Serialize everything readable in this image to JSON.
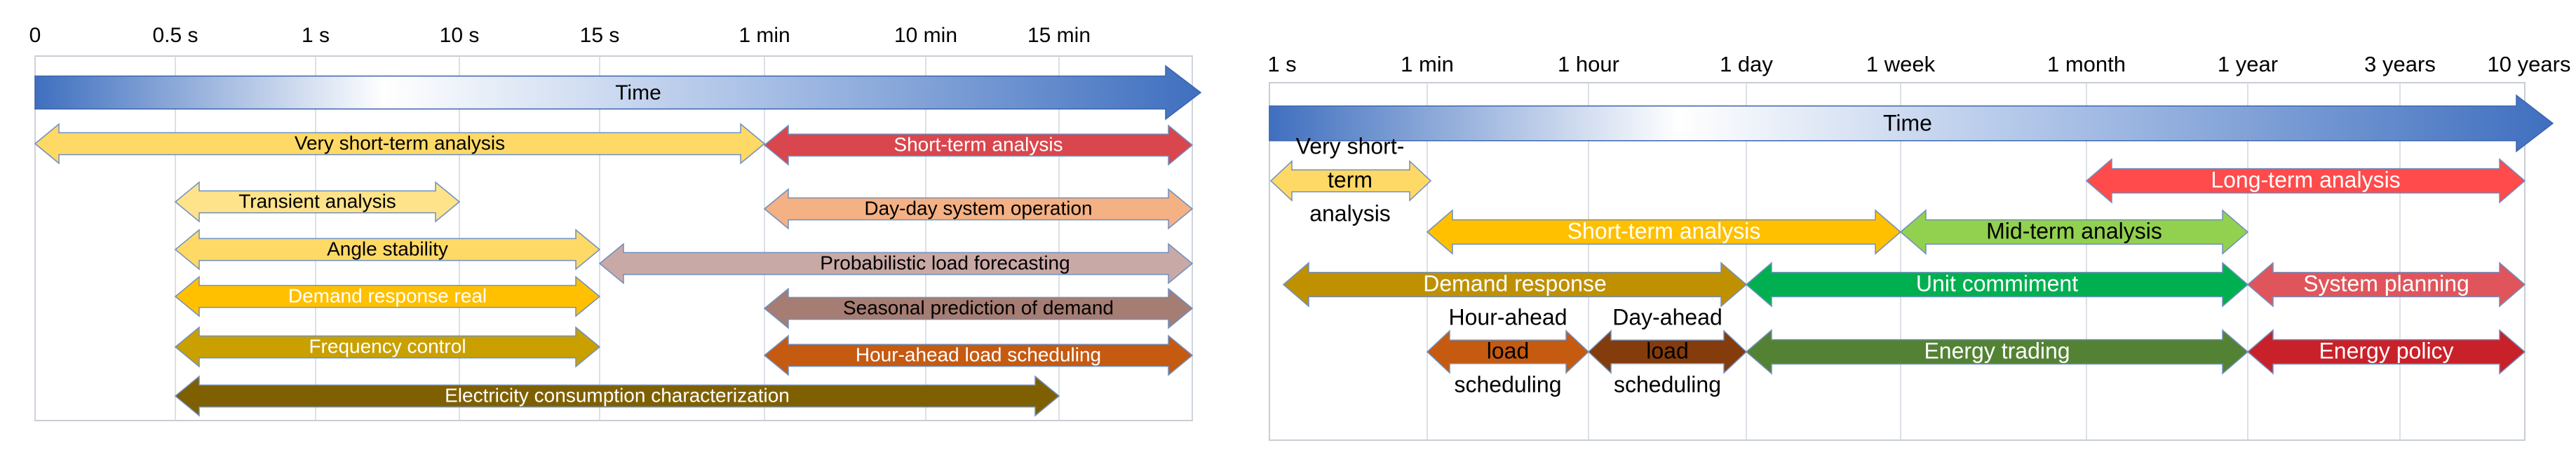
{
  "colors": {
    "grid": "#d0d6df",
    "frame": "#c8cdd4",
    "time_blue": "#3f6fbf",
    "time_light": "#ffffff",
    "arrow_outline": "#6f8fbf"
  },
  "left_panel": {
    "ticks": [
      "0",
      "0.5 s",
      "1 s",
      "10 s",
      "15 s",
      "1 min",
      "10 min",
      "15 min"
    ],
    "time_label": "Time",
    "arrows": [
      {
        "label": "Very short-term analysis",
        "from": "0",
        "to": "1 min",
        "color": "#ffd966",
        "text_color": "#000000"
      },
      {
        "label": "Short-term analysis",
        "from": "1 min",
        "to": "end",
        "color": "#d9464d",
        "text_color": "#ffffff"
      },
      {
        "label": "Transient analysis",
        "from": "0.5 s",
        "to": "10 s",
        "color": "#ffe38a",
        "text_color": "#000000"
      },
      {
        "label": "Day-day system operation",
        "from": "1 min",
        "to": "end",
        "color": "#f4b183",
        "text_color": "#000000"
      },
      {
        "label": "Angle stability",
        "from": "0.5 s",
        "to": "15 s",
        "color": "#ffd966",
        "text_color": "#000000"
      },
      {
        "label": "Probabilistic load forecasting",
        "from": "15 s",
        "to": "end",
        "color": "#c9a9a6",
        "text_color": "#000000"
      },
      {
        "label": "Demand response real",
        "from": "0.5 s",
        "to": "15 s",
        "color": "#ffc000",
        "text_color": "#ffffff"
      },
      {
        "label": "Seasonal prediction of demand",
        "from": "1 min",
        "to": "end",
        "color": "#a67d73",
        "text_color": "#000000"
      },
      {
        "label": "Frequency control",
        "from": "0.5 s",
        "to": "15 s",
        "color": "#c9a000",
        "text_color": "#ffffff"
      },
      {
        "label": "Hour-ahead load scheduling",
        "from": "1 min",
        "to": "end",
        "color": "#c55a11",
        "text_color": "#ffffff"
      },
      {
        "label": "Electricity consumption characterization",
        "from": "0.5 s",
        "to": "15 min",
        "color": "#7f6000",
        "text_color": "#ffffff"
      }
    ]
  },
  "right_panel": {
    "ticks": [
      "1 s",
      "1 min",
      "1 hour",
      "1 day",
      "1 week",
      "1 month",
      "1 year",
      "3 years",
      "10 years"
    ],
    "time_label": "Time",
    "arrows": [
      {
        "label_lines": [
          "Very short-",
          "term",
          "analysis"
        ],
        "from": "1 s",
        "to": "1 min",
        "color": "#ffd966",
        "text_color": "#000000"
      },
      {
        "label_lines": [
          "Long-term analysis"
        ],
        "from": "1 month",
        "to": "10 years",
        "color": "#ff4b4b",
        "text_color": "#ffffff"
      },
      {
        "label_lines": [
          "Short-term analysis"
        ],
        "from": "1 min",
        "to": "1 week",
        "color": "#ffc000",
        "text_color": "#ffffff"
      },
      {
        "label_lines": [
          "Mid-term analysis"
        ],
        "from": "1 week",
        "to": "1 year",
        "color": "#92d050",
        "text_color": "#000000"
      },
      {
        "label_lines": [
          "Demand response"
        ],
        "from": "1 s",
        "to": "1 day",
        "color": "#bf9000",
        "text_color": "#ffffff"
      },
      {
        "label_lines": [
          "Unit commiment"
        ],
        "from": "1 day",
        "to": "1 year",
        "color": "#00b050",
        "text_color": "#ffffff"
      },
      {
        "label_lines": [
          "System planning"
        ],
        "from": "1 year",
        "to": "10 years",
        "color": "#e0555b",
        "text_color": "#ffffff"
      },
      {
        "label_lines": [
          "Hour-ahead",
          "load",
          "scheduling"
        ],
        "from": "1 min",
        "to": "1 hour",
        "color": "#c55a11",
        "text_color": "#000000"
      },
      {
        "label_lines": [
          "Day-ahead",
          "load",
          "scheduling"
        ],
        "from": "1 hour",
        "to": "1 day",
        "color": "#843c0c",
        "text_color": "#000000"
      },
      {
        "label_lines": [
          "Energy trading"
        ],
        "from": "1 day",
        "to": "1 year",
        "color": "#548235",
        "text_color": "#ffffff"
      },
      {
        "label_lines": [
          "Energy policy"
        ],
        "from": "1 year",
        "to": "10 years",
        "color": "#c9212a",
        "text_color": "#ffffff"
      }
    ]
  }
}
